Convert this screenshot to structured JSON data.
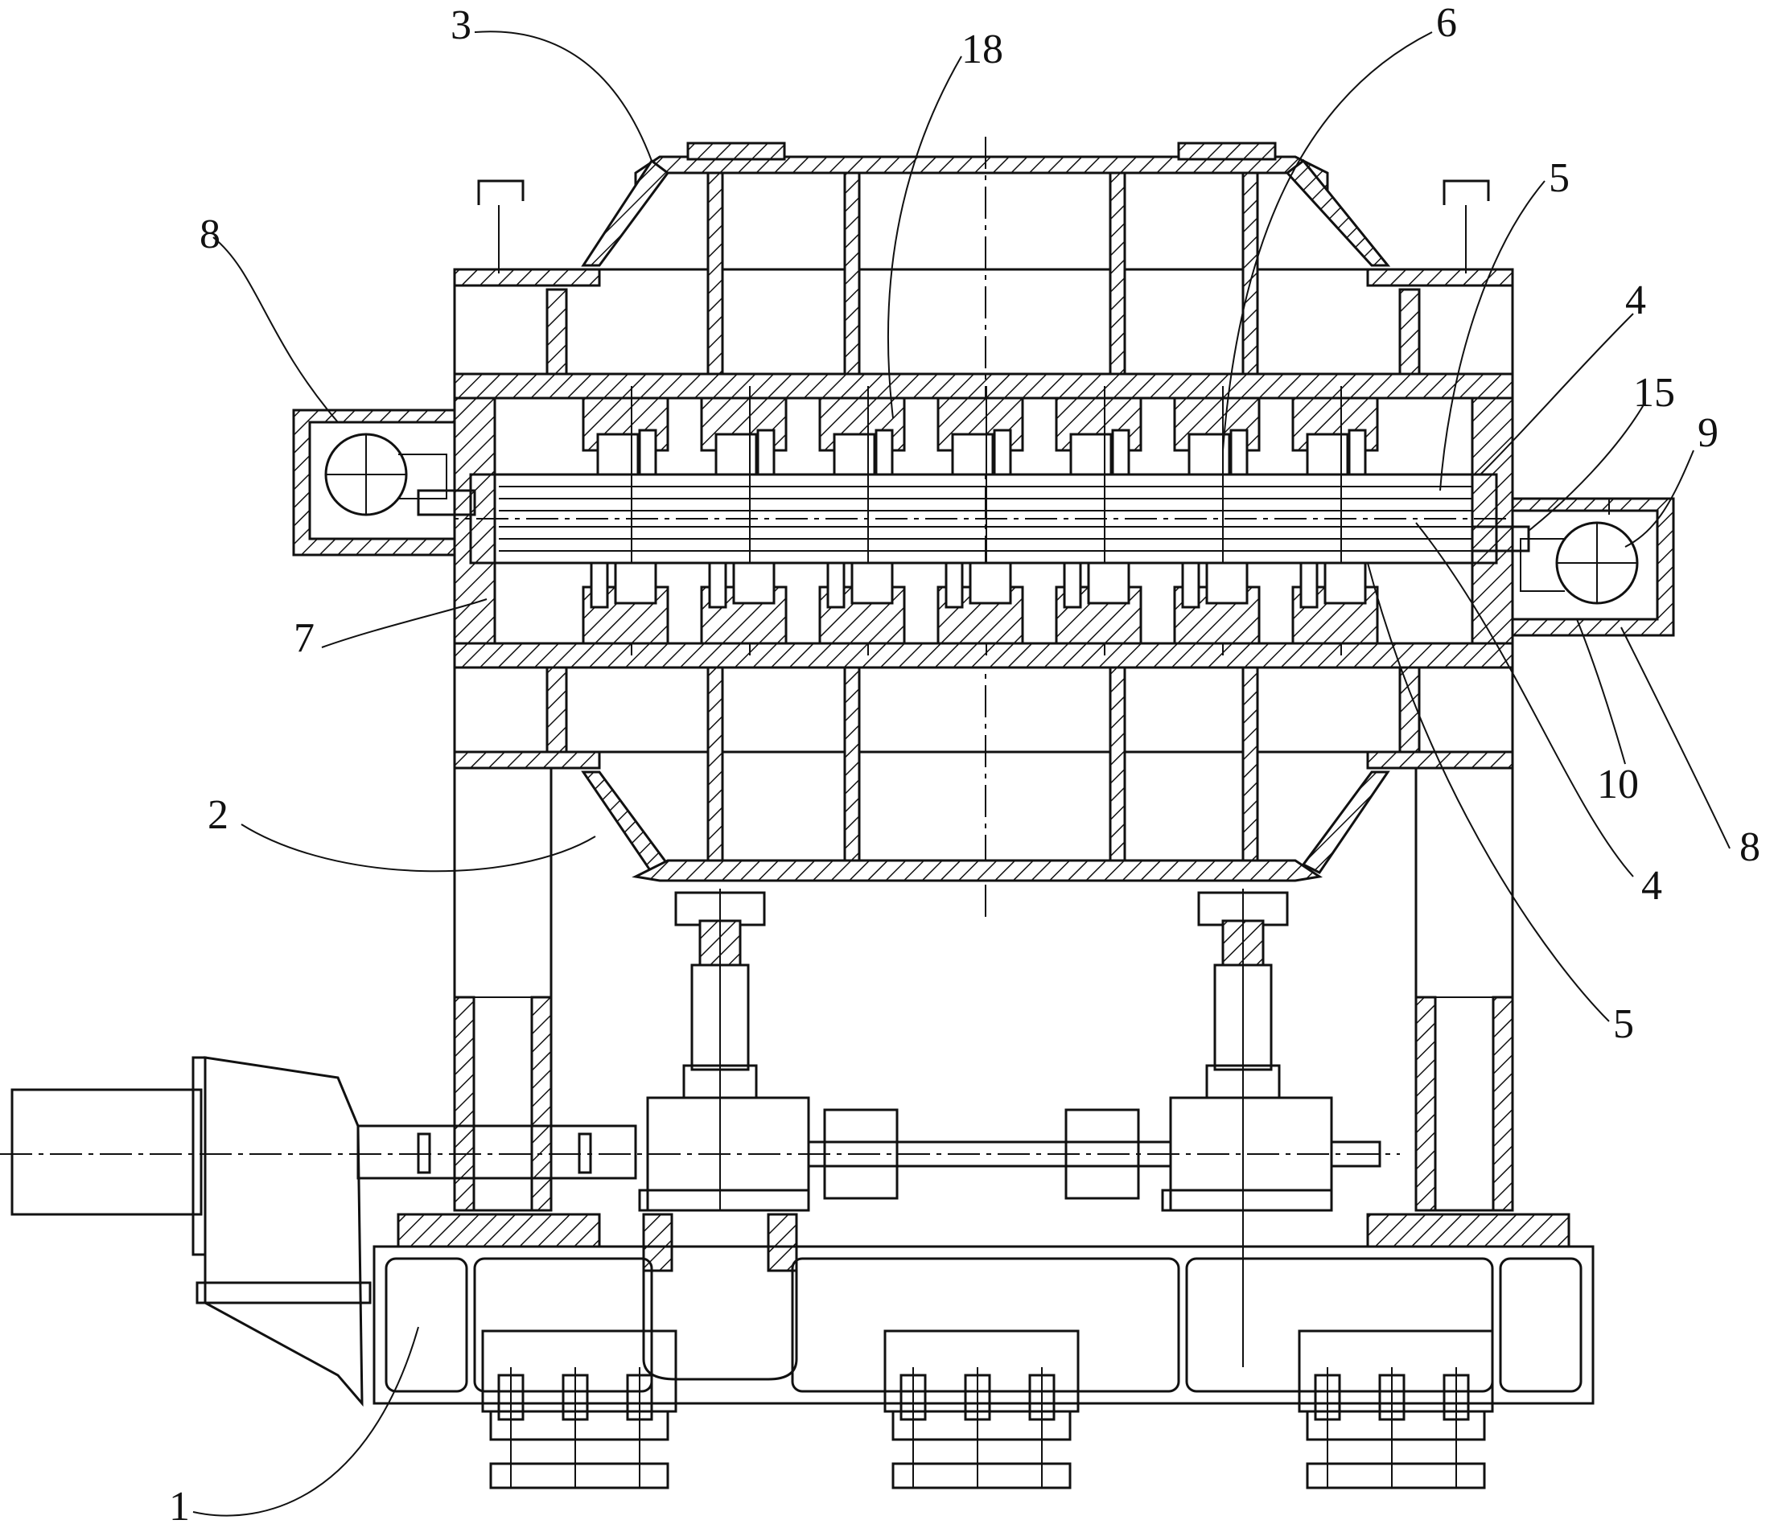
{
  "labels": {
    "l1": "1",
    "l2": "2",
    "l3": "3",
    "l4a": "4",
    "l4b": "4",
    "l5a": "5",
    "l5b": "5",
    "l6": "6",
    "l7": "7",
    "l8a": "8",
    "l8b": "8",
    "l9": "9",
    "l10": "10",
    "l15": "15",
    "l18": "18"
  },
  "colors": {
    "ink": "#111111",
    "paper": "#ffffff"
  }
}
